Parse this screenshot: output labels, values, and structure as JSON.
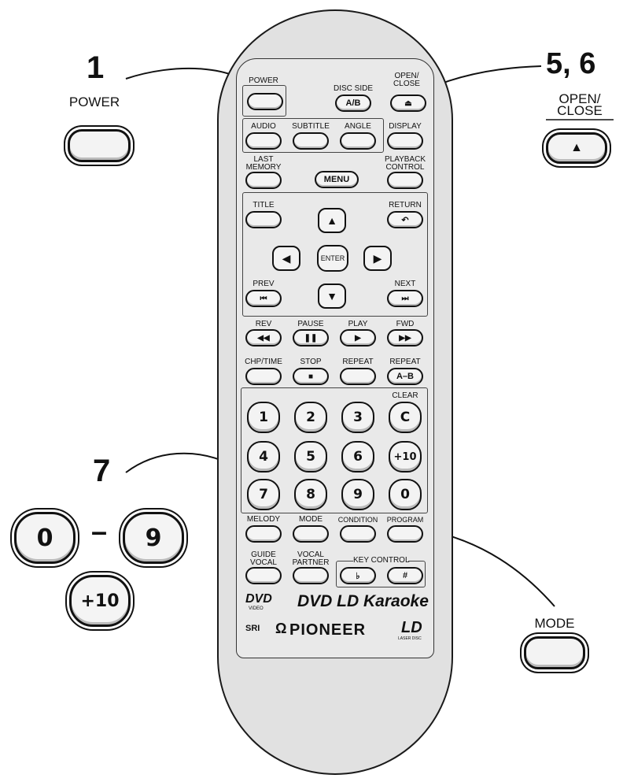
{
  "callouts": {
    "step1_number": "1",
    "step1_label": "POWER",
    "step56_number": "5, 6",
    "step56_label": "OPEN/\nCLOSE",
    "step56_symbol": "▲",
    "step7_number": "7",
    "range_from": "0",
    "range_dash": "–",
    "range_to": "9",
    "plus10": "+10",
    "mode_label": "MODE"
  },
  "remote": {
    "top_row": {
      "power": "POWER",
      "disc_side": "DISC SIDE",
      "disc_side_btn": "A/B",
      "open_close": "OPEN/\nCLOSE"
    },
    "row2": [
      "AUDIO",
      "SUBTITLE",
      "ANGLE",
      "DISPLAY"
    ],
    "last_memory": "LAST\nMEMORY",
    "menu": "MENU",
    "playback_control": "PLAYBACK\nCONTROL",
    "title": "TITLE",
    "return": "RETURN",
    "enter": "ENTER",
    "prev": "PREV",
    "next": "NEXT",
    "transport": [
      "REV",
      "PAUSE",
      "PLAY",
      "FWD"
    ],
    "row_stop": [
      "CHP/TIME",
      "STOP",
      "REPEAT",
      "REPEAT"
    ],
    "repeat_ab": "A–B",
    "clear": "CLEAR",
    "clear_btn": "C",
    "numbers": [
      "1",
      "2",
      "3",
      "C",
      "4",
      "5",
      "6",
      "+10",
      "7",
      "8",
      "9",
      "0"
    ],
    "row_melody": [
      "MELODY",
      "MODE",
      "CONDITION",
      "PROGRAM"
    ],
    "guide_vocal": "GUIDE\nVOCAL",
    "vocal_partner": "VOCAL\nPARTNER",
    "key_control": "KEY CONTROL",
    "flat": "♭",
    "sharp": "#",
    "dvd_logo": "DVD",
    "dvd_video": "VIDEO",
    "brand_title": "DVD LD Karaoke",
    "srs": "SRI",
    "pioneer": "PIONEER",
    "laser_disc": "LASER DISC"
  }
}
